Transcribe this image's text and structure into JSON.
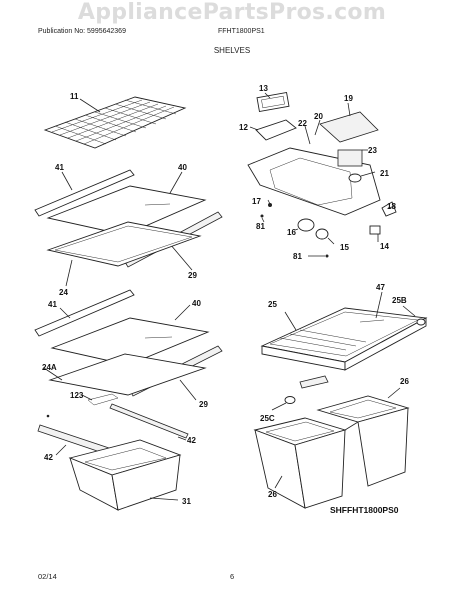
{
  "watermark": "AppliancePartsPros.com",
  "header": {
    "publication": "Publication No: 5995642369",
    "model": "FFHT1800PS1",
    "section": "SHELVES"
  },
  "footer": {
    "date": "02/14",
    "page": "6"
  },
  "diagram_code": "SHFFHT1800PS0",
  "callouts": {
    "p11": "11",
    "p41a": "41",
    "p40a": "40",
    "p29a": "29",
    "p24": "24",
    "p41b": "41",
    "p40b": "40",
    "p24a": "24A",
    "p123": "123",
    "p29b": "29",
    "p42a": "42",
    "p42b": "42",
    "p31": "31",
    "p13": "13",
    "p12": "12",
    "p22": "22",
    "p20": "20",
    "p19": "19",
    "p23": "23",
    "p21": "21",
    "p17": "17",
    "p18": "18",
    "p81a": "81",
    "p16": "16",
    "p15": "15",
    "p14": "14",
    "p81b": "81",
    "p25": "25",
    "p47": "47",
    "p25b": "25B",
    "p25c": "25C",
    "p26a": "26",
    "p26b": "26"
  }
}
